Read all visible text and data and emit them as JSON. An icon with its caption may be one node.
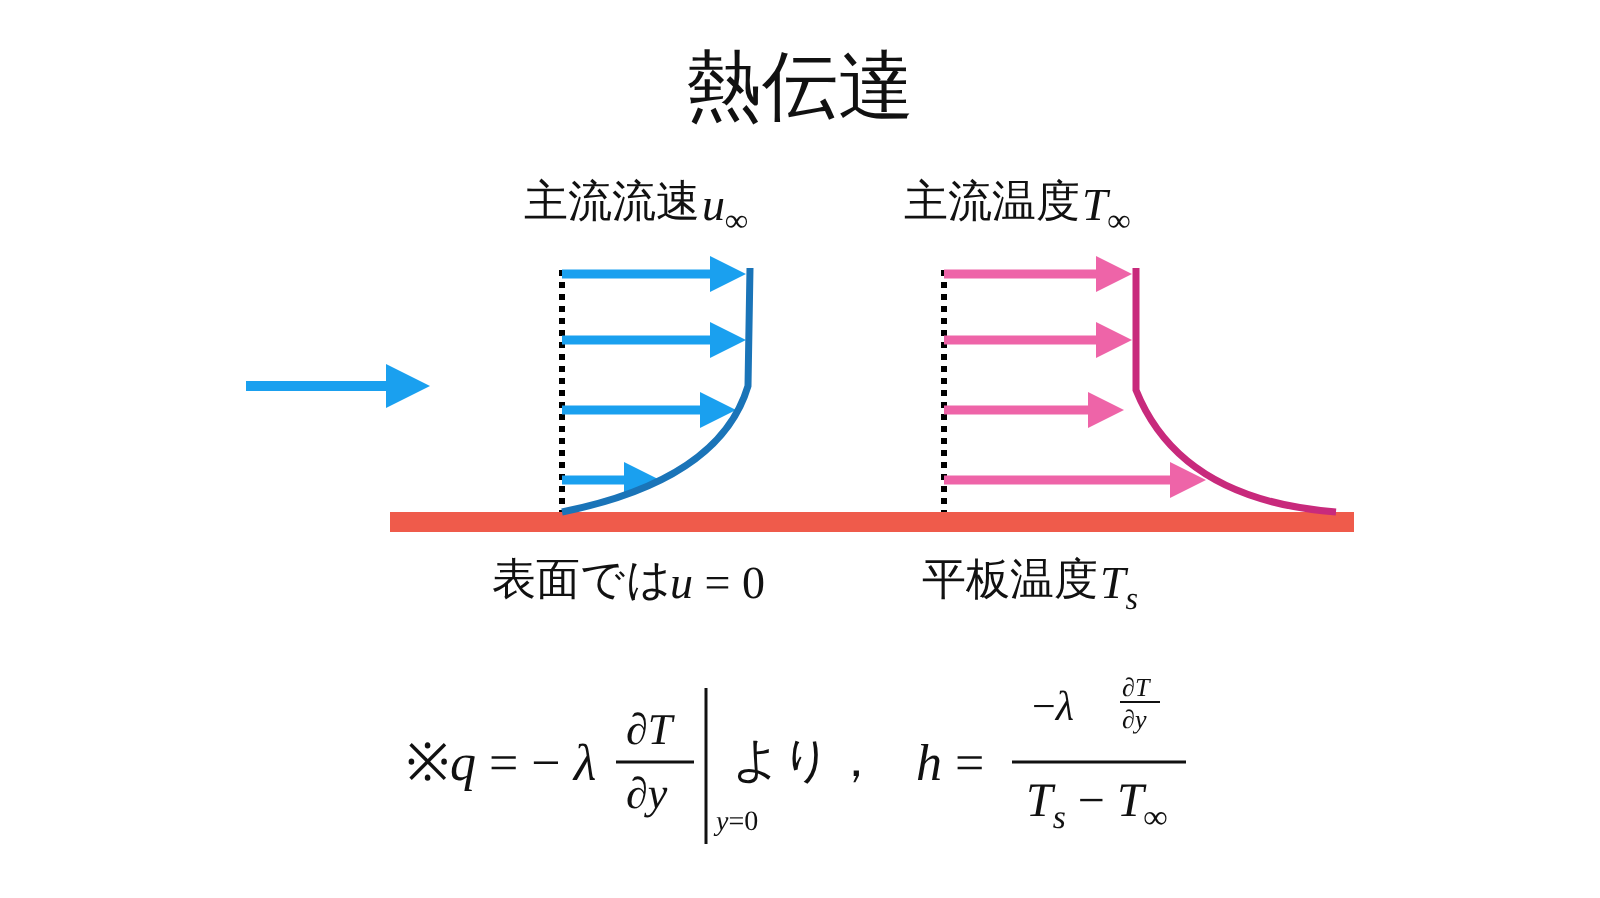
{
  "diagram": {
    "title": "熱伝達",
    "labels": [
      "主流流速",
      "*u*$_{∞}$",
      "主流温度",
      "*T*$_{∞}$",
      "表面では",
      "*u* = 0",
      "平板温度",
      "*T*$_{s}$",
      "※*q* = − *λ*",
      "∂*T*",
      "∂*y*",
      "*y*=0",
      "より，",
      "*h* =",
      "−*λ*",
      "∂*T*",
      "∂*y*",
      "*T*$_{s}$ − *T*$_{∞}$"
    ]
  }
}
